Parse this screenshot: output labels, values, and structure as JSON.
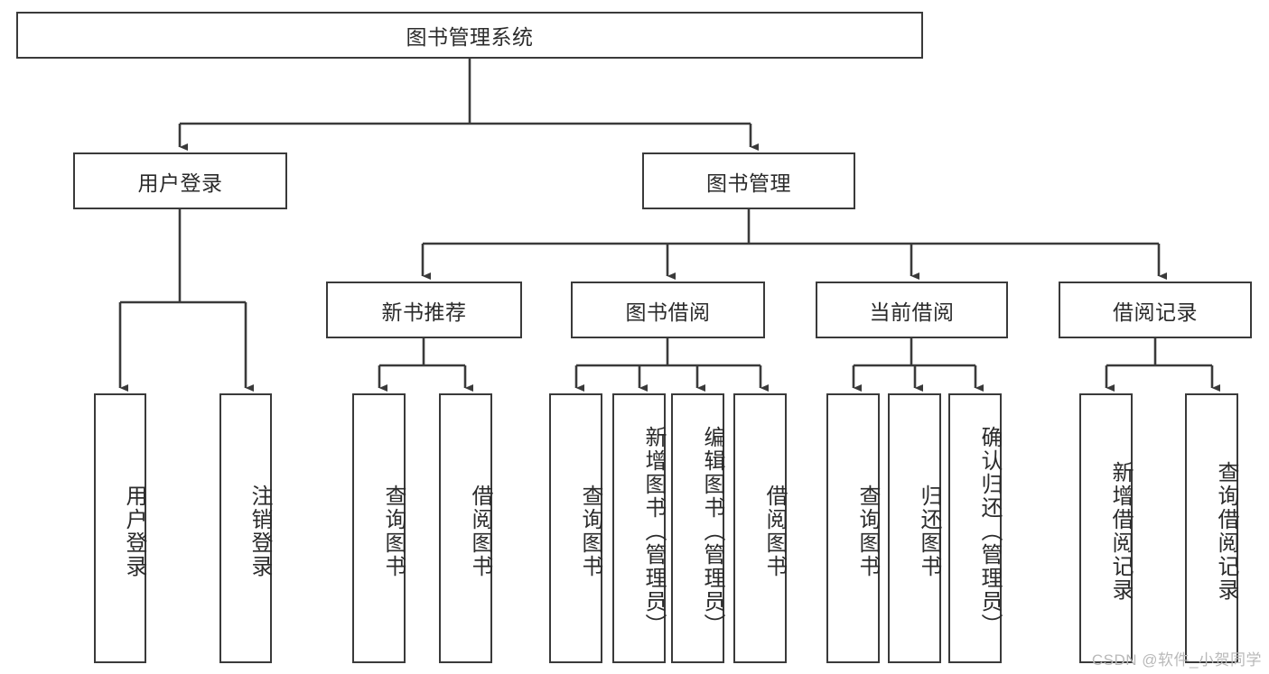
{
  "diagram": {
    "title": "图书管理系统",
    "type": "hierarchy-tree",
    "root": {
      "label": "图书管理系统"
    },
    "level1": [
      {
        "label": "用户登录"
      },
      {
        "label": "图书管理"
      }
    ],
    "level2": [
      {
        "label": "新书推荐"
      },
      {
        "label": "图书借阅"
      },
      {
        "label": "当前借阅"
      },
      {
        "label": "借阅记录"
      }
    ],
    "leaves": {
      "user_login": [
        {
          "label": "用户登录"
        },
        {
          "label": "注销登录"
        }
      ],
      "new_book_recommend": [
        {
          "label": "查询图书"
        },
        {
          "label": "借阅图书"
        }
      ],
      "book_borrow": [
        {
          "label": "查询图书"
        },
        {
          "label": "新增图书（管理员）"
        },
        {
          "label": "编辑图书（管理员）"
        },
        {
          "label": "借阅图书"
        }
      ],
      "current_borrow": [
        {
          "label": "查询图书"
        },
        {
          "label": "归还图书"
        },
        {
          "label": "确认归还（管理员）"
        }
      ],
      "borrow_records": [
        {
          "label": "新增借阅记录"
        },
        {
          "label": "查询借阅记录"
        }
      ]
    }
  },
  "watermark": {
    "text": "CSDN @软件_小贺同学"
  },
  "colors": {
    "box_border": "#3a3a3a",
    "box_fill": "#ffffff",
    "line": "#3a3a3a",
    "text": "#2b2b2b",
    "watermark": "#b9b9b9"
  }
}
